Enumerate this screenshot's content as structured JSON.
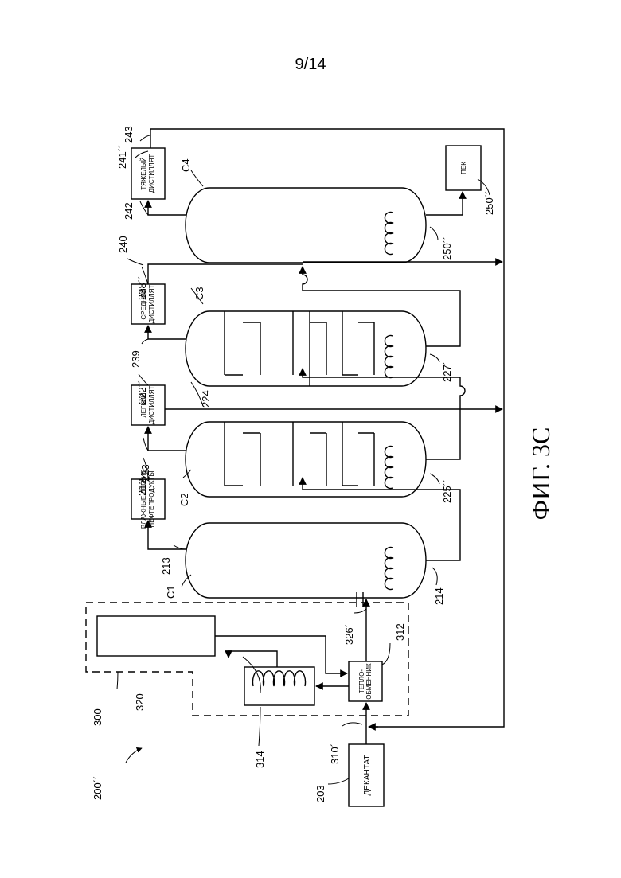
{
  "page_number": "9/14",
  "figure_label": "ФИГ. 3С",
  "refs": {
    "system": "200´´",
    "decantate_ref": "203",
    "r310": "310´",
    "r314": "314",
    "r320": "320",
    "r300": "300",
    "r312": "312",
    "r326": "326´",
    "c1": "C1",
    "r214": "214",
    "r213": "213",
    "r212": "212",
    "c2": "C2",
    "r225": "225´´",
    "r223": "223",
    "r222": "222´´",
    "r224": "224",
    "c3": "C3",
    "r227": "227´",
    "r239": "239",
    "r238": "238´´",
    "r240": "240",
    "c4": "C4",
    "r250a": "250´´",
    "r250b": "250´´",
    "r242": "242",
    "r241": "241´´",
    "r243": "243"
  },
  "boxes": {
    "decantate": "ДЕКАНТАТ",
    "heat_exchanger_1": "ТЕПЛО-",
    "heat_exchanger_2": "ОБМЕННИК",
    "wet_light_1": "ВЛАЖНЫЕ ЛЕГКИЕ",
    "wet_light_2": "НЕФТЕПРОДУКТЫ",
    "light_1": "ЛЕГКИЙ",
    "light_2": "ДИСТИЛЛЯТ",
    "middle_1": "СРЕДНИЙ",
    "middle_2": "ДИСТИЛЛЯТ",
    "heavy_1": "ТЯЖЕЛЫЙ",
    "heavy_2": "ДИСТИЛЛЯТ",
    "pitch": "ПЕК"
  }
}
